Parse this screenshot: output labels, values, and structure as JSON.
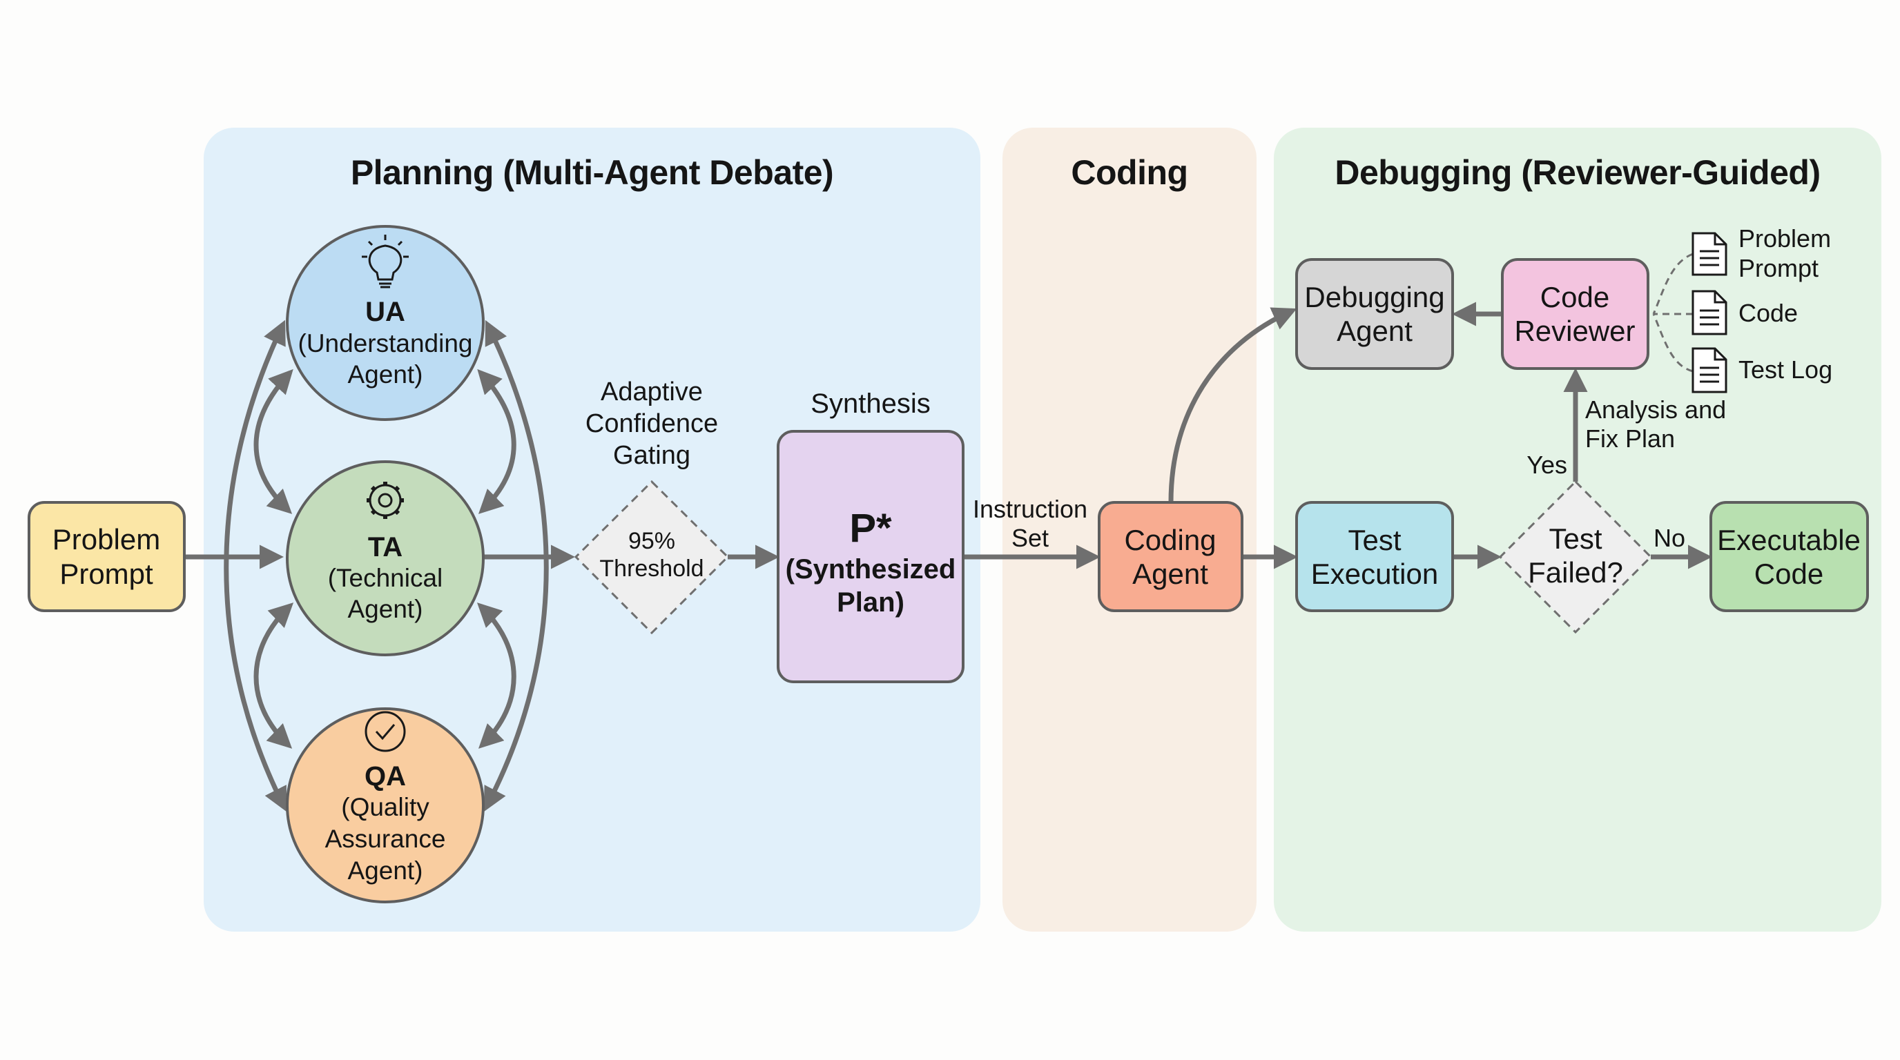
{
  "panels": {
    "planning": {
      "title": "Planning (Multi-Agent Debate)",
      "color": "#e1f0fa"
    },
    "coding": {
      "title": "Coding",
      "color": "#f8eee4"
    },
    "debugging": {
      "title": "Debugging (Reviewer-Guided)",
      "color": "#e4f3e6"
    }
  },
  "nodes": {
    "problem_prompt": {
      "lines": [
        "Problem",
        "Prompt"
      ],
      "color": "#fbe6a6"
    },
    "ua": {
      "abbr": "UA",
      "lines": [
        "(Understanding",
        "Agent)"
      ],
      "icon": "lightbulb-icon",
      "color": "#bcdcf3"
    },
    "ta": {
      "abbr": "TA",
      "lines": [
        "(Technical",
        "Agent)"
      ],
      "icon": "gear-icon",
      "color": "#c4dcbc"
    },
    "qa": {
      "abbr": "QA",
      "lines": [
        "(Quality",
        "Assurance",
        "Agent)"
      ],
      "icon": "check-circle-icon",
      "color": "#f9cda0"
    },
    "gating": {
      "label_lines": [
        "Adaptive",
        "Confidence",
        "Gating"
      ],
      "lines": [
        "95%",
        "Threshold"
      ],
      "color": "#efefef"
    },
    "synthesis": {
      "label": "Synthesis",
      "title": "P*",
      "lines": [
        "(Synthesized",
        "Plan)"
      ],
      "color": "#e4d3ef"
    },
    "coding_agent": {
      "lines": [
        "Coding",
        "Agent"
      ],
      "color": "#f8ac91"
    },
    "debugging_agent": {
      "lines": [
        "Debugging",
        "Agent"
      ],
      "color": "#d6d6d6"
    },
    "code_reviewer": {
      "lines": [
        "Code",
        "Reviewer"
      ],
      "color": "#f3c4df"
    },
    "test_execution": {
      "lines": [
        "Test",
        "Execution"
      ],
      "color": "#b6e3ec"
    },
    "test_failed": {
      "lines": [
        "Test",
        "Failed?"
      ],
      "color": "#efefef"
    },
    "executable_code": {
      "lines": [
        "Executable",
        "Code"
      ],
      "color": "#b8e0b0"
    }
  },
  "edge_labels": {
    "instruction_set": [
      "Instruction",
      "Set"
    ],
    "analysis_fix": [
      "Analysis and",
      "Fix Plan"
    ],
    "yes": "Yes",
    "no": "No"
  },
  "reviewer_inputs": [
    {
      "lines": [
        "Problem",
        "Prompt"
      ],
      "icon": "document-icon"
    },
    {
      "lines": [
        "Code"
      ],
      "icon": "document-icon"
    },
    {
      "lines": [
        "Test Log"
      ],
      "icon": "document-icon"
    }
  ],
  "colors": {
    "edge": "#6f6f6f",
    "stroke": "#5e5e5e"
  }
}
